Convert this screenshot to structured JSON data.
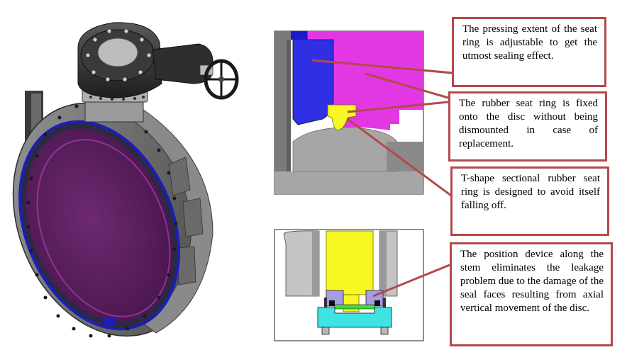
{
  "callouts": {
    "c1": "The pressing extent of the seat ring is adjustable to get the utmost sealing effect.",
    "c2": "The rubber seat ring is fixed onto the disc without being dismounted in case of replacement.",
    "c3": "T-shape sectional rubber seat ring is designed to avoid itself falling off.",
    "c4": "The position device along the stem eliminates the leakage problem due to the damage of the seal faces resulting from axial vertical movement of the disc."
  },
  "colors": {
    "callout_border": "#b5484a",
    "leader_line": "#b5484a",
    "disc_purple": "#5c1f5e",
    "seat_blue": "#2f2fe6",
    "body_magenta": "#e437e4",
    "rubber_yellow": "#f7f722",
    "bushing_purple": "#a79ce6",
    "cap_cyan": "#3ee3e3",
    "metal_grey": "#7d7d7d"
  }
}
